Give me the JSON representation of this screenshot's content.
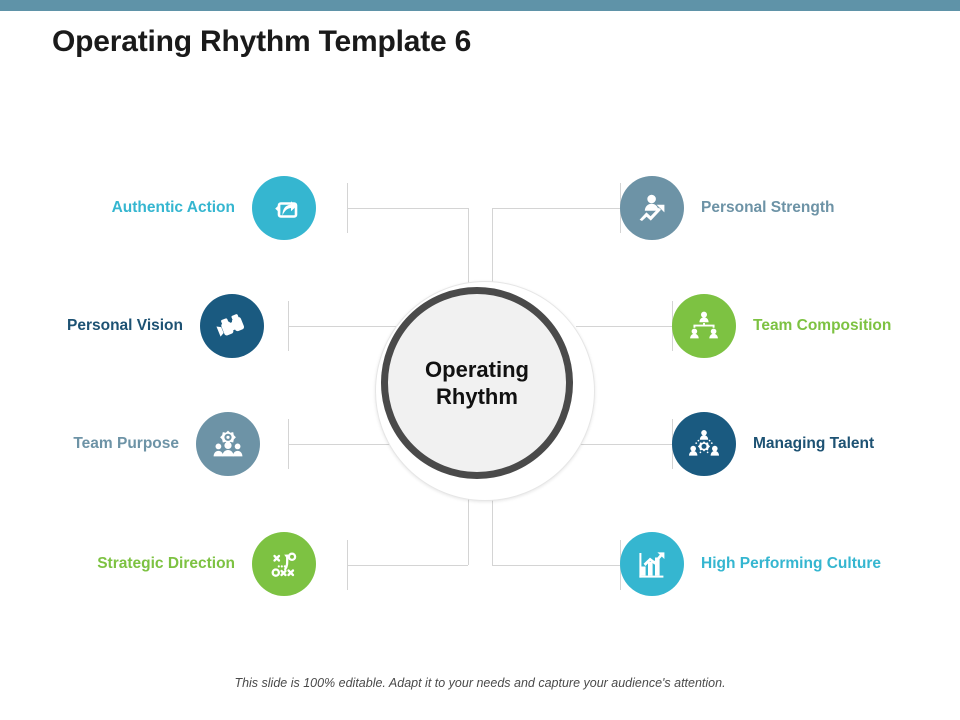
{
  "slide": {
    "title": "Operating Rhythm Template 6",
    "top_bar_color": "#5f93a8",
    "background_color": "#ffffff",
    "caption": "This slide is 100% editable.  Adapt it to your needs and capture your audience's attention."
  },
  "hub": {
    "label": "Operating\nRhythm",
    "fill_color": "#f1f1f1",
    "ring_color": "#4a4a4a",
    "text_color": "#111111"
  },
  "connector": {
    "color": "#d4d4d4"
  },
  "palette": {
    "cyan": "#35b6d0",
    "navy": "#1a5a80",
    "slate": "#6d93a6",
    "green": "#7dc242"
  },
  "nodes": {
    "left": [
      {
        "label": "Authentic Action",
        "icon": "reply-arrow-icon",
        "color": "#35b6d0",
        "text_color": "#35b6d0"
      },
      {
        "label": "Personal Vision",
        "icon": "binoculars-icon",
        "color": "#1a5a80",
        "text_color": "#1d5273"
      },
      {
        "label": "Team Purpose",
        "icon": "team-gear-icon",
        "color": "#6d93a6",
        "text_color": "#6d93a6"
      },
      {
        "label": "Strategic Direction",
        "icon": "strategy-playbook-icon",
        "color": "#7dc242",
        "text_color": "#7dc242"
      }
    ],
    "right": [
      {
        "label": "Personal Strength",
        "icon": "person-growth-icon",
        "color": "#6d93a6",
        "text_color": "#6d93a6"
      },
      {
        "label": "Team Composition",
        "icon": "org-chart-icon",
        "color": "#7dc242",
        "text_color": "#7dc242"
      },
      {
        "label": "Managing Talent",
        "icon": "people-gear-icon",
        "color": "#1a5a80",
        "text_color": "#1d5273"
      },
      {
        "label": "High Performing Culture",
        "icon": "bar-chart-growth-icon",
        "color": "#35b6d0",
        "text_color": "#35b6d0"
      }
    ]
  }
}
